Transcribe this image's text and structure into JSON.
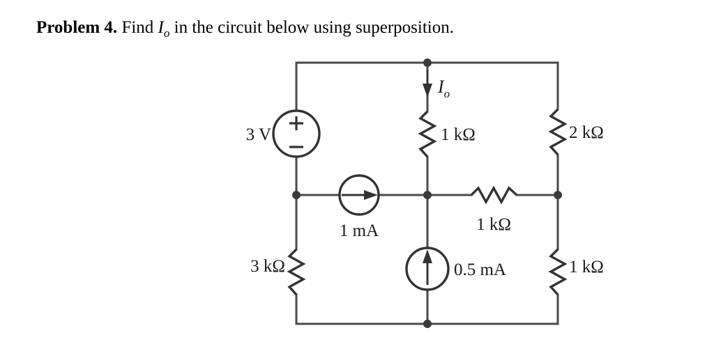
{
  "header": {
    "problem_label": "Problem 4.",
    "instruction_before": "Find",
    "symbol": "I",
    "symbol_sub": "o",
    "instruction_after": "in the circuit below using superposition."
  },
  "circuit": {
    "title": "superposition-circuit",
    "colors": {
      "wire": "#4a4a4a",
      "component": "#333333",
      "text": "#1a1a1a",
      "background": "#ffffff"
    },
    "labels": {
      "voltage_source": "3 V",
      "current_label": "I",
      "current_label_sub": "o",
      "r_top_middle": "1 kΩ",
      "r_top_right": "2 kΩ",
      "r_middle_horizontal": "1 kΩ",
      "r_bottom_left": "3 kΩ",
      "r_bottom_right": "1 kΩ",
      "i_source_left": "1 mA",
      "i_source_middle": "0.5 mA"
    },
    "components": [
      {
        "name": "voltage-source-3v",
        "type": "dc-voltage-source",
        "value": "3 V",
        "polarity_top": "+",
        "polarity_bottom": "−"
      },
      {
        "name": "resistor-1k-top-middle",
        "type": "resistor",
        "value": "1 kΩ",
        "orientation": "vertical"
      },
      {
        "name": "resistor-2k-top-right",
        "type": "resistor",
        "value": "2 kΩ",
        "orientation": "vertical"
      },
      {
        "name": "resistor-1k-middle",
        "type": "resistor",
        "value": "1 kΩ",
        "orientation": "horizontal"
      },
      {
        "name": "resistor-3k-bottom-left",
        "type": "resistor",
        "value": "3 kΩ",
        "orientation": "vertical"
      },
      {
        "name": "resistor-1k-bottom-right",
        "type": "resistor",
        "value": "1 kΩ",
        "orientation": "vertical"
      },
      {
        "name": "current-source-1ma",
        "type": "dc-current-source",
        "value": "1 mA",
        "arrow_direction": "right"
      },
      {
        "name": "current-source-0p5ma",
        "type": "dc-current-source",
        "value": "0.5 mA",
        "arrow_direction": "up"
      },
      {
        "name": "current-arrow-io",
        "type": "current-arrow",
        "value": "Io",
        "arrow_direction": "down"
      }
    ]
  }
}
